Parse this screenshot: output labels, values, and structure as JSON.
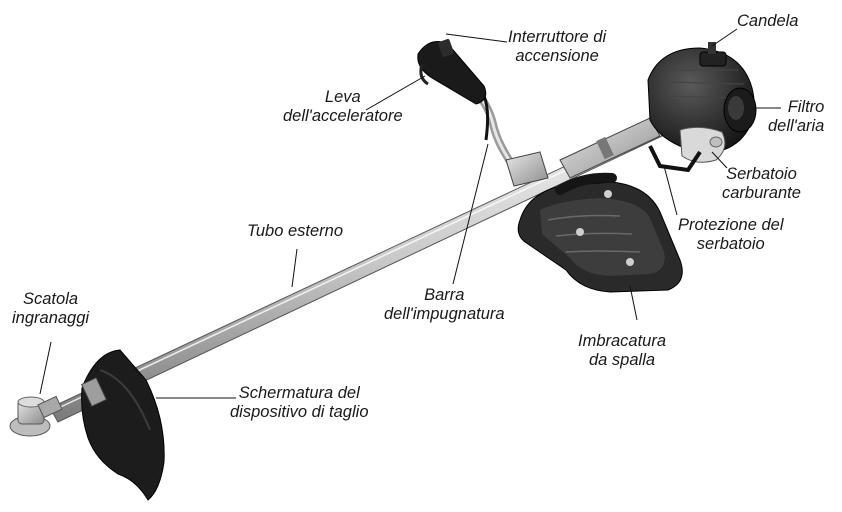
{
  "labels": {
    "candela": "Candela",
    "interruttore": [
      "Interruttore di",
      "accensione"
    ],
    "leva": [
      "Leva",
      "dell'acceleratore"
    ],
    "filtro": [
      "Filtro",
      "dell'aria"
    ],
    "serbatoio": [
      "Serbatoio",
      "carburante"
    ],
    "protezione": [
      "Protezione del",
      "serbatoio"
    ],
    "tubo": "Tubo esterno",
    "barra": [
      "Barra",
      "dell'impugnatura"
    ],
    "scatola": [
      "Scatola",
      "ingranaggi"
    ],
    "imbracatura": [
      "Imbracatura",
      "da spalla"
    ],
    "schermatura": [
      "Schermatura del",
      "dispositivo di taglio"
    ]
  }
}
